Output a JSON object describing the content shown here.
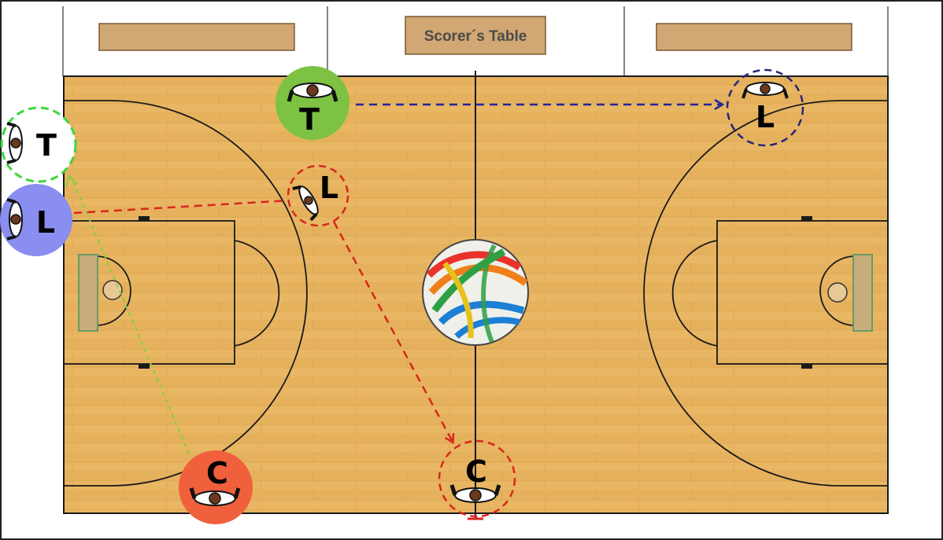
{
  "scorers_table": {
    "label": "Scorer´s Table"
  },
  "referees": [
    {
      "id": "t-green",
      "letter": "T",
      "style": "filled",
      "color": "#7dc242"
    },
    {
      "id": "l-blue",
      "letter": "L",
      "style": "filled",
      "color": "#8a8ef0"
    },
    {
      "id": "c-red",
      "letter": "C",
      "style": "filled",
      "color": "#f0603c"
    },
    {
      "id": "t-dash",
      "letter": "T",
      "style": "dashed",
      "color": "#3dd63d"
    },
    {
      "id": "l-dash",
      "letter": "L",
      "style": "dashed",
      "color": "#d8261e"
    },
    {
      "id": "c-dash",
      "letter": "C",
      "style": "dashed",
      "color": "#d8261e"
    },
    {
      "id": "l-navy",
      "letter": "L",
      "style": "dashed",
      "color": "#25257a"
    }
  ],
  "movement_arrows": [
    {
      "id": "t-to-l",
      "color": "#25259a",
      "from": "t-green",
      "to": "l-navy"
    },
    {
      "id": "l-to-c",
      "color": "#d8261e",
      "from": "l-dash",
      "to": "c-dash"
    },
    {
      "id": "blue-to-l",
      "color": "#d8261e",
      "from": "l-blue",
      "to": "l-dash"
    },
    {
      "id": "c-to-t",
      "color": "#7dd33d",
      "from": "c-red",
      "to": "t-dash"
    }
  ],
  "colors": {
    "wood": "#e8b460",
    "wood_dark": "#d9a24a",
    "bench": "#d1a773",
    "line": "#1a1a1a"
  }
}
